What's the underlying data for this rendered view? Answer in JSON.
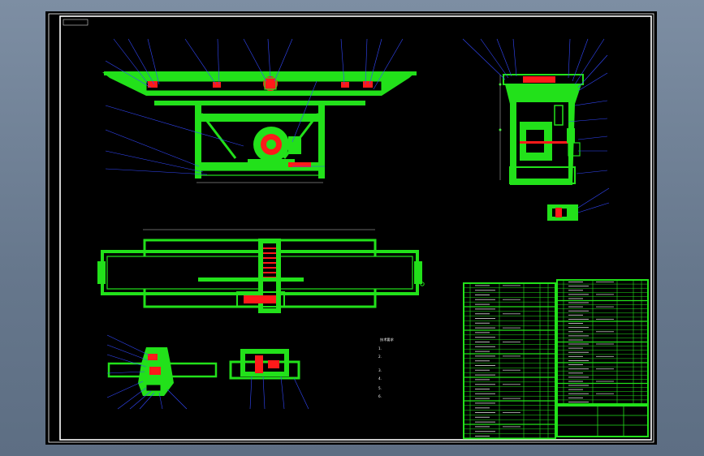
{
  "sheet": {
    "corner_tag": "",
    "colors": {
      "background": "#000000",
      "frame": "#ffffff",
      "part": "#22e11a",
      "section": "#ff1a1a",
      "leader": "#3348ff",
      "table": "#22e11a",
      "bezel": "#6f8196"
    }
  },
  "views": {
    "front_title": "",
    "side_title": "",
    "top_title": "",
    "detail_left_title": "",
    "detail_right_title": "",
    "small_detail_title": ""
  },
  "notes": {
    "heading": "技术要求",
    "lines": [
      "1.",
      "2.",
      "3.",
      "4.",
      "5.",
      "6."
    ]
  },
  "bom": {
    "left_rows": 33,
    "right_rows": 30
  },
  "title_block": {
    "name": "",
    "drawing_no": "",
    "scale": ""
  }
}
